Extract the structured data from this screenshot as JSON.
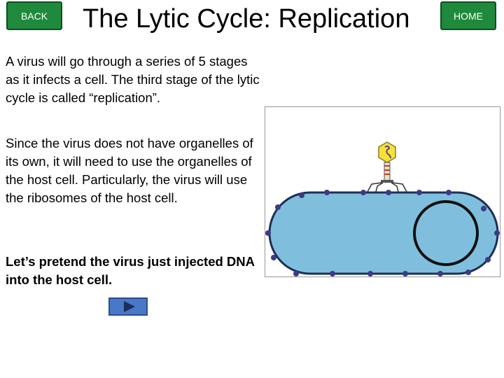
{
  "nav": {
    "back_label": "BACK",
    "home_label": "HOME"
  },
  "title": "The Lytic Cycle: Replication",
  "paragraphs": {
    "p1": "A virus will go through a series of 5 stages as it infects a cell. The third stage of the lytic cycle is called “replication”.",
    "p2": "Since the virus does not have organelles of its own, it will need to use the organelles of the host cell. Particularly, the virus will use the ribosomes of the host cell.",
    "p3": "Let’s pretend the virus just injected DNA into the host cell."
  },
  "icons": {
    "play": "play-icon",
    "virus": "bacteriophage-icon"
  },
  "colors": {
    "nav": "#1f8a3c",
    "play": "#4a78c9",
    "cell": "#7fbfdd",
    "virus_head": "#f2e23a"
  }
}
